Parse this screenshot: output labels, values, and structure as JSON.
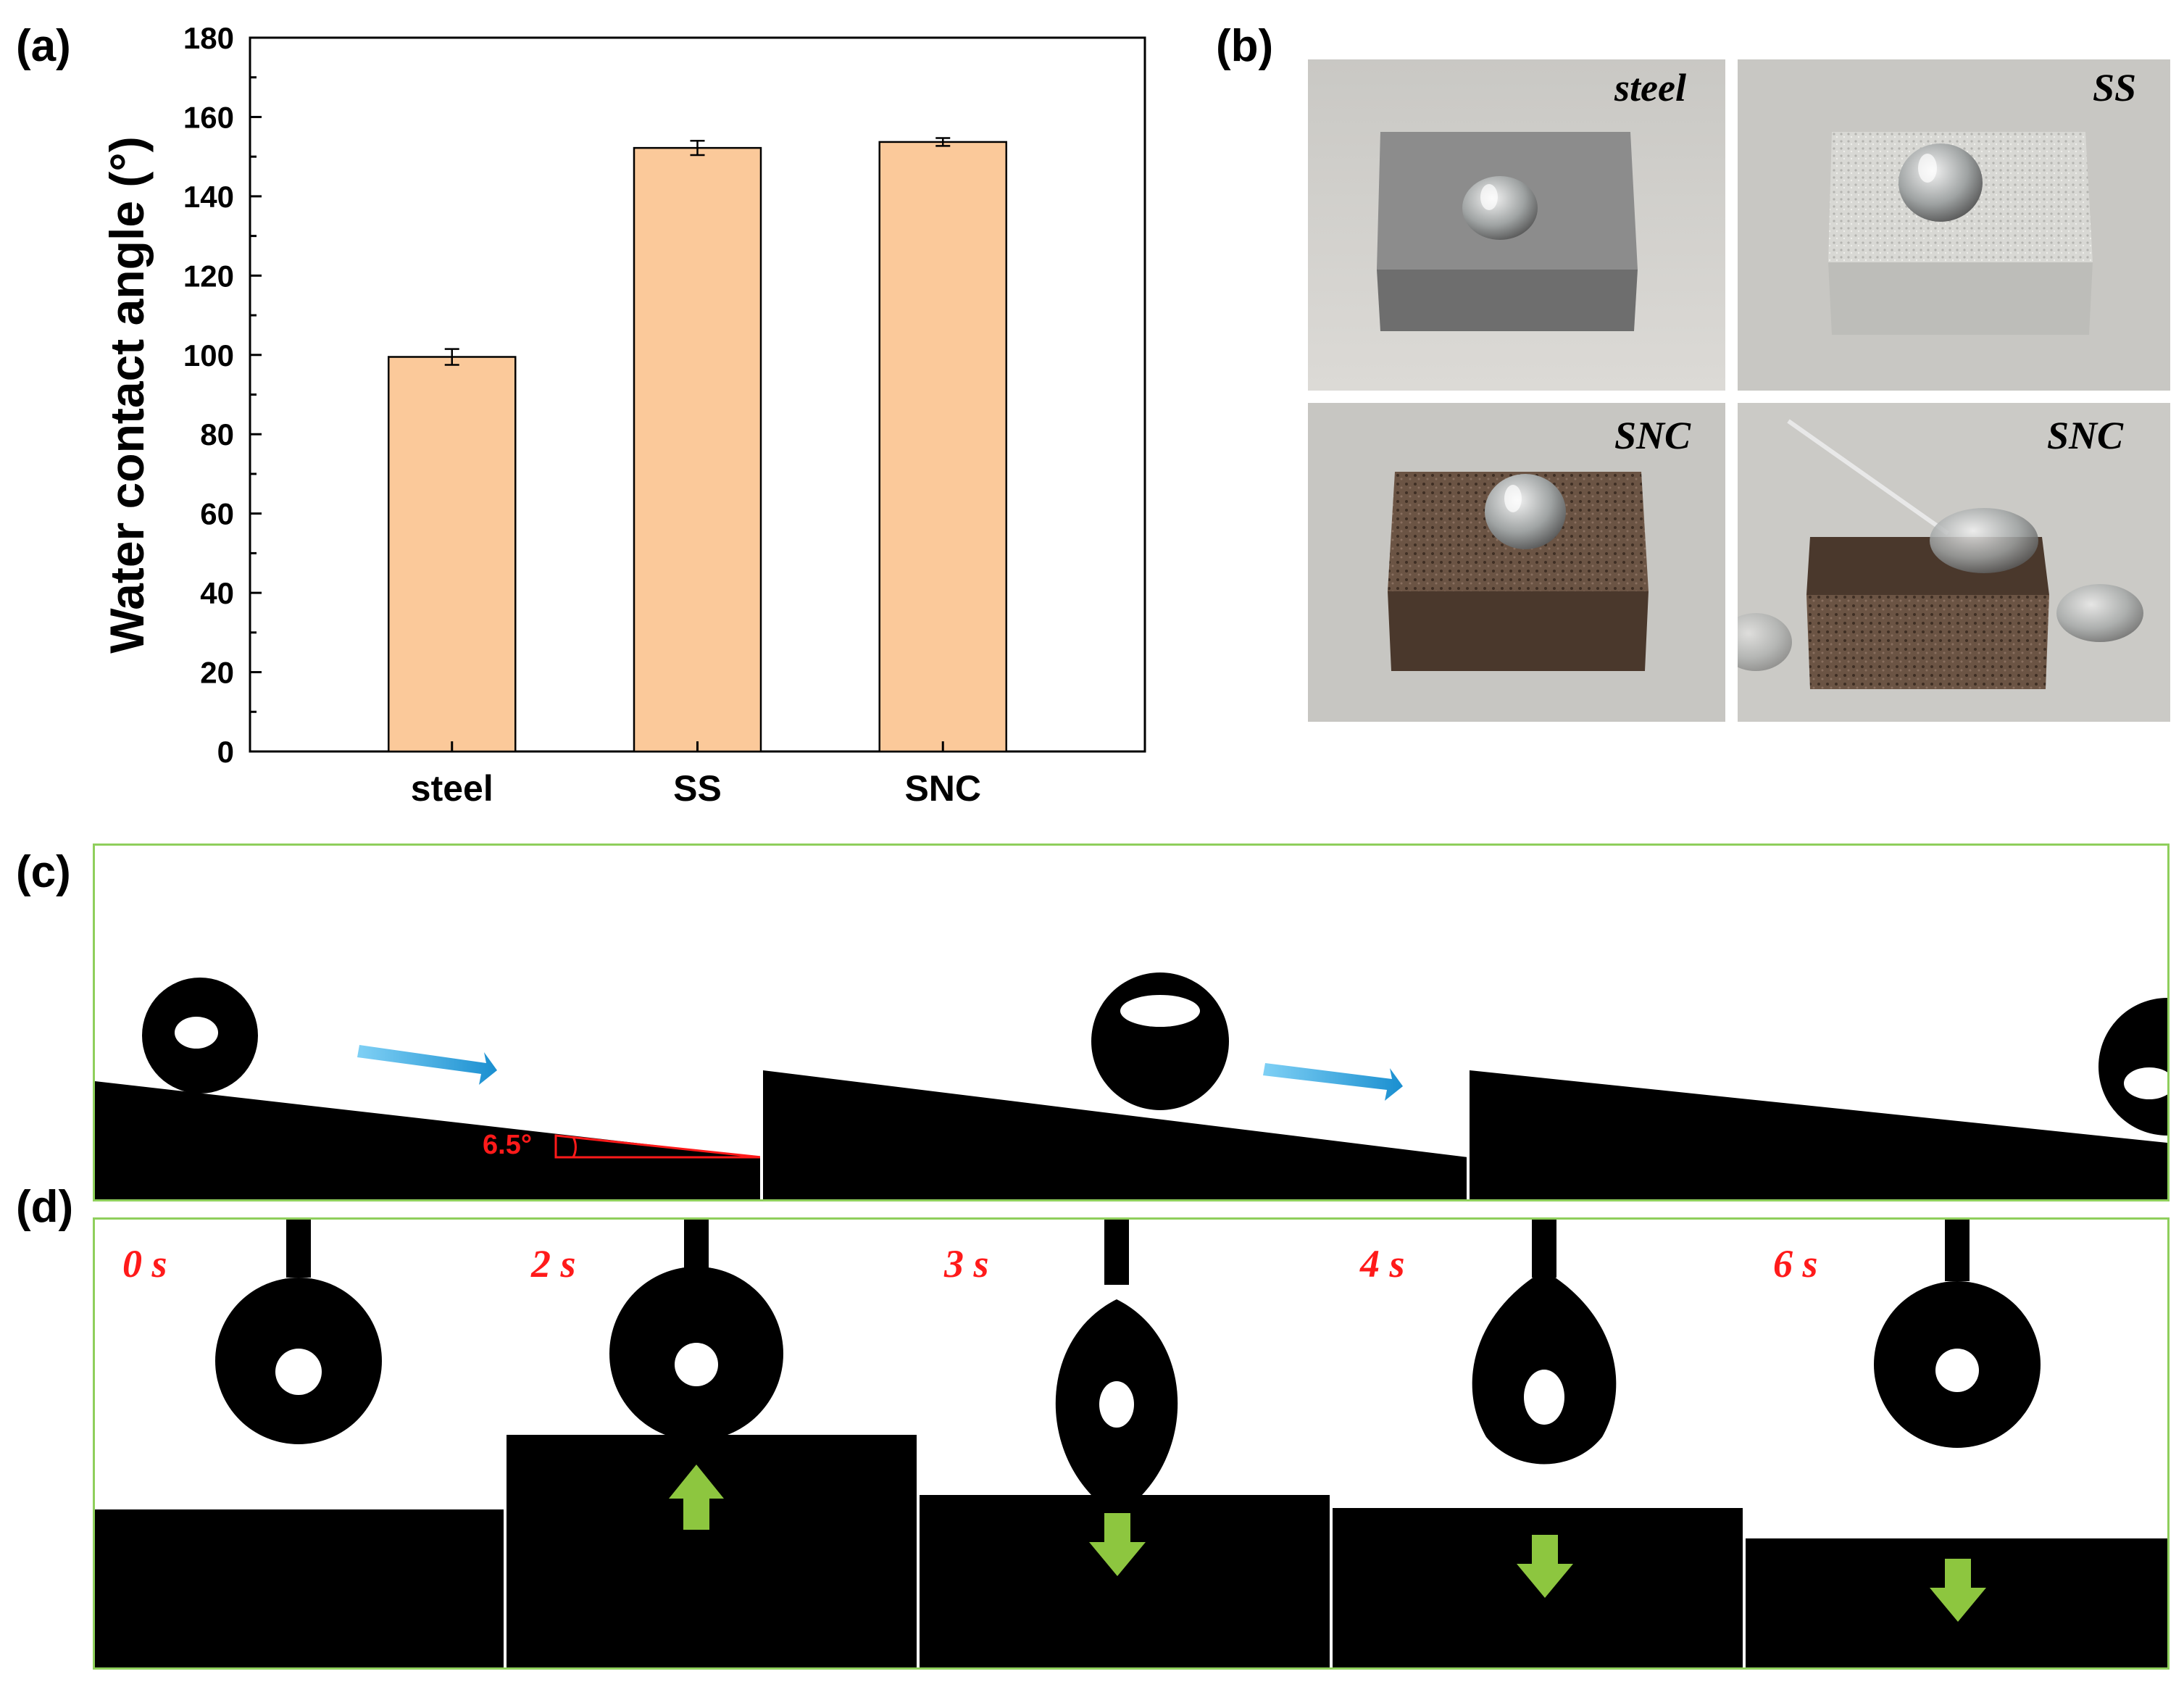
{
  "panel_labels": {
    "a": "(a)",
    "b": "(b)",
    "c": "(c)",
    "d": "(d)"
  },
  "chart_data": {
    "type": "bar",
    "categories": [
      "steel",
      "SS",
      "SNC"
    ],
    "values": [
      99.5,
      152.2,
      153.7
    ],
    "errors": [
      2.0,
      1.8,
      1.0
    ],
    "ylabel": "Water contact angle (°)",
    "ylim": [
      0,
      180
    ],
    "yticks": [
      "0",
      "20",
      "40",
      "60",
      "80",
      "100",
      "120",
      "140",
      "160",
      "180"
    ],
    "bar_color": "#fbc99a",
    "grid": false
  },
  "photos": [
    {
      "label": "steel"
    },
    {
      "label": "SS"
    },
    {
      "label": "SNC"
    },
    {
      "label": "SNC"
    }
  ],
  "sliding": {
    "angle_label": "6.5°",
    "arrow_color": "#1fa0dc",
    "angle_color": "#ff1a1a"
  },
  "adhesion": {
    "times": [
      "0 s",
      "2 s",
      "3 s",
      "4 s",
      "6 s"
    ],
    "arrow_color": "#8dc63f",
    "time_color": "#ff1a1a"
  }
}
